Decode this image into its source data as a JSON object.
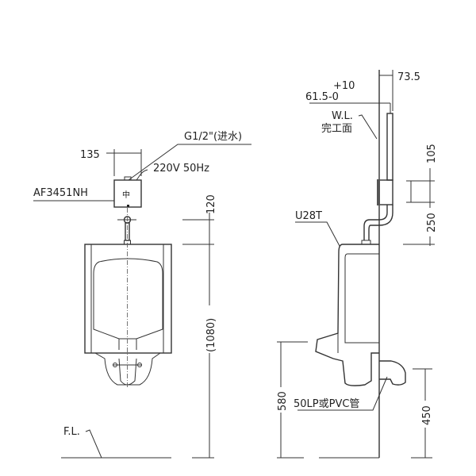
{
  "front_view": {
    "inlet_label": "G1/2\"(进水)",
    "width_dim": "135",
    "power_label": "220V 50Hz",
    "valve_model": "AF3451NH",
    "top_dim": "120",
    "height_dim": "(1080)",
    "floor_label": "F.L."
  },
  "side_view": {
    "wall_offset_dim": "73.5",
    "tolerance_upper": "+10",
    "tolerance_main": "61.5-0",
    "wall_label_line1": "W.L.",
    "wall_label_line2": "完工面",
    "urinal_model": "U28T",
    "valve_height_dim": "105",
    "valve_to_top_dim": "250",
    "lip_height_dim": "580",
    "drain_label": "50LP或PVC管",
    "drain_height_dim": "450"
  }
}
